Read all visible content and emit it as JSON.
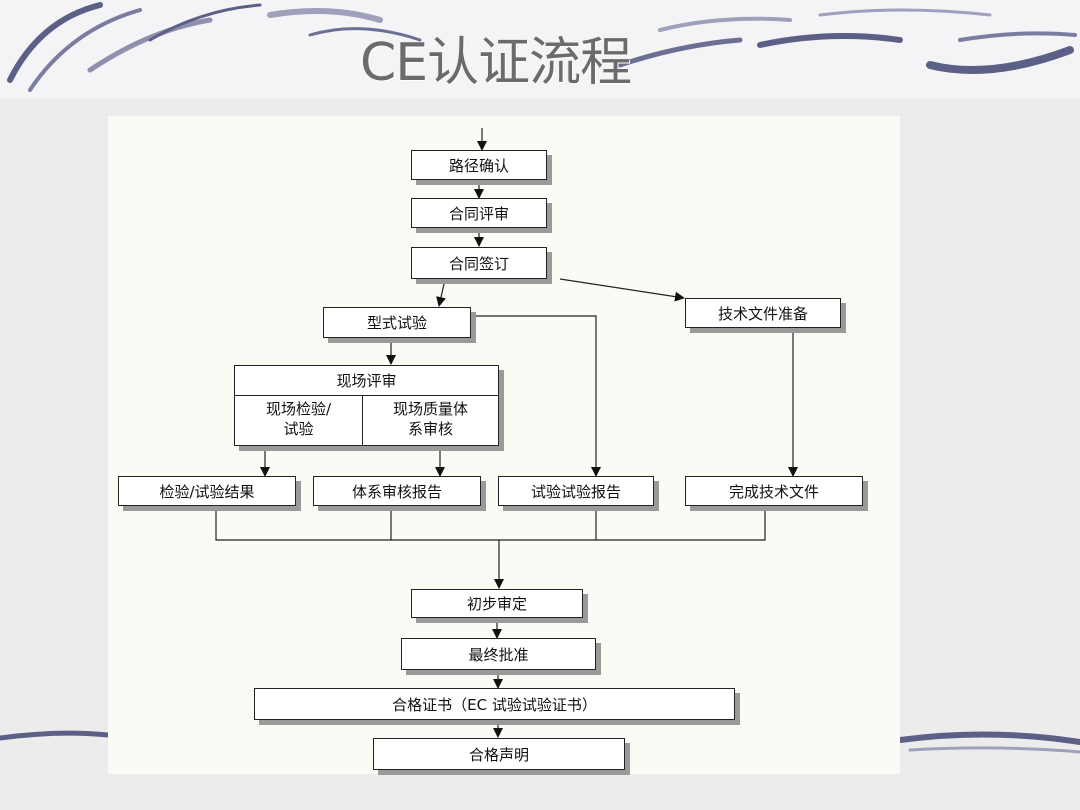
{
  "title": "CE认证流程",
  "flow": {
    "path_confirm": "路径确认",
    "contract_review": "合同评审",
    "contract_sign": "合同签订",
    "type_test": "型式试验",
    "tech_file_prep": "技术文件准备",
    "onsite_review": "现场评审",
    "onsite_inspection_l1": "现场检验/",
    "onsite_inspection_l2": "试验",
    "quality_audit_l1": "现场质量体",
    "quality_audit_l2": "系审核",
    "inspection_result": "检验/试验结果",
    "system_audit_report": "体系审核报告",
    "test_report": "试验试验报告",
    "complete_tech_file": "完成技术文件",
    "preliminary_review": "初步审定",
    "final_approval": "最终批准",
    "certificate": "合格证书（EC 试验试验证书）",
    "declaration": "合格声明"
  },
  "colors": {
    "background": "#eeeeee",
    "panel": "#fbfbf5",
    "stroke": "#222222",
    "shadow": "#9a9a9a",
    "title": "#6b6b6b"
  }
}
